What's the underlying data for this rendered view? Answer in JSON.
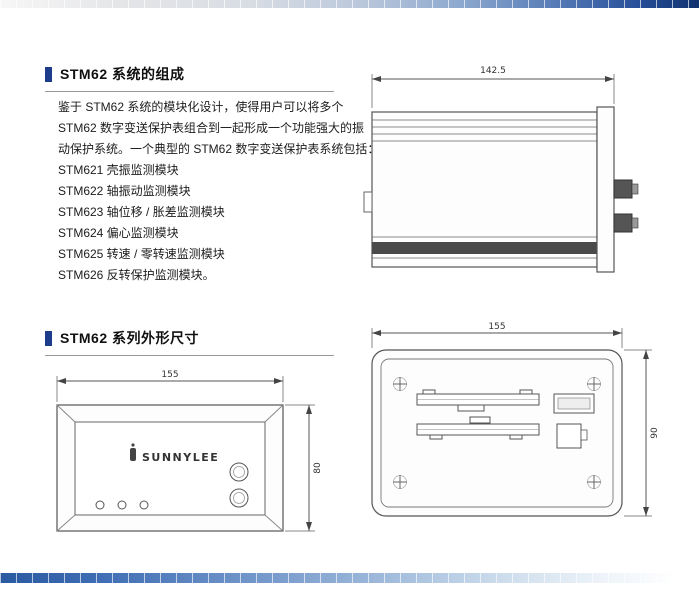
{
  "colors": {
    "accent_blue": "#1e3c8c",
    "strip_dark_blue": "#0f316e",
    "strip_mid_blue": "#3f6db4",
    "heading_text": "#101010",
    "body_text": "#1c1c1c",
    "drawing_line": "#555555"
  },
  "sections": {
    "composition": {
      "title": "STM62 系统的组成",
      "paragraph_lines": [
        "鉴于 STM62 系统的模块化设计，使得用户可以将多个",
        "STM62 数字变送保护表组合到一起形成一个功能强大的振",
        "动保护系统。一个典型的 STM62 数字变送保护表系统包括："
      ],
      "modules": [
        "STM621 壳振监测模块",
        "STM622 轴振动监测模块",
        "STM623 轴位移 / 胀差监测模块",
        "STM624 偏心监测模块",
        "STM625 转速 / 零转速监测模块",
        "STM626 反转保护监测模块。"
      ]
    },
    "dimensions": {
      "title": "STM62 系列外形尺寸"
    }
  },
  "drawings": {
    "side_view": {
      "depth_dim": "142.5"
    },
    "rear_view": {
      "width_dim": "155",
      "height_dim": "90"
    },
    "front_view": {
      "width_dim": "155",
      "height_dim": "80",
      "brand": "SUNNYLEE"
    }
  }
}
